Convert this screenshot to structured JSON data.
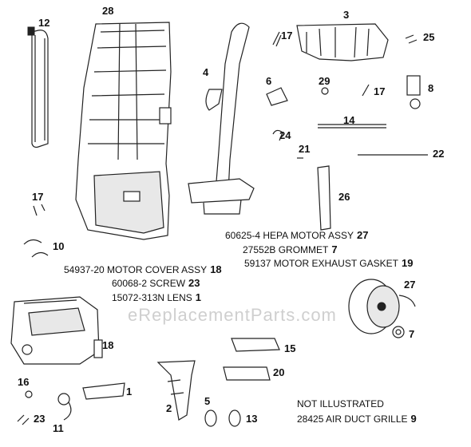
{
  "labels": {
    "n28": "28",
    "n12": "12",
    "n4": "4",
    "n17a": "17",
    "n3": "3",
    "n25": "25",
    "n6": "6",
    "n29": "29",
    "n17b": "17",
    "n8": "8",
    "n14": "14",
    "n24": "24",
    "n21": "21",
    "n22": "22",
    "n26": "26",
    "n17c": "17",
    "n10": "10",
    "n27": "27",
    "n7": "7",
    "n18": "18",
    "n15": "15",
    "n20": "20",
    "n16": "16",
    "n1": "1",
    "n2": "2",
    "n5": "5",
    "n13": "13",
    "n11": "11",
    "n23": "23"
  },
  "parts_list": [
    {
      "text": "60625-4 HEPA MOTOR ASSY",
      "num": "27"
    },
    {
      "text": "27552B GROMMET",
      "num": "7"
    },
    {
      "text": "59137 MOTOR EXHAUST GASKET",
      "num": "19"
    },
    {
      "text": "54937-20 MOTOR COVER ASSY",
      "num": "18"
    },
    {
      "text": "60068-2 SCREW",
      "num": "23"
    },
    {
      "text": "15072-313N LENS",
      "num": "1"
    }
  ],
  "not_illustrated": {
    "heading": "NOT ILLUSTRATED",
    "item": "28425 AIR DUCT GRILLE",
    "num": "9"
  },
  "watermark": "eReplacementParts.com"
}
